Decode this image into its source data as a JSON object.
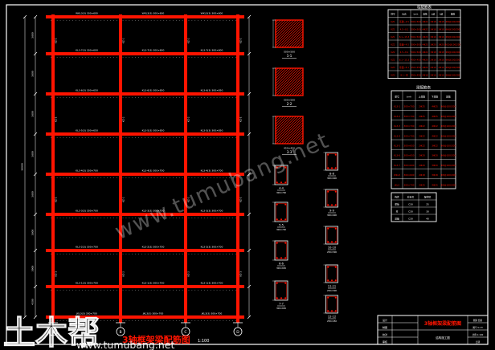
{
  "colors": {
    "bg": "#000000",
    "red": "#ff1400",
    "white": "#ffffff",
    "watermark": "rgba(255,255,255,0.32)"
  },
  "watermark": {
    "diagonal": "www.tumubang.net",
    "brand": "土木帮",
    "bottom_url": "www.tumubang.net"
  },
  "caption": {
    "title": "3轴框架梁配筋图",
    "scale": "1:100"
  },
  "frame": {
    "story_dims": [
      "3600",
      "3600",
      "3600",
      "3600",
      "3600",
      "3600",
      "3900",
      "4500"
    ],
    "total_dim": "30000",
    "beam_labels": [
      "WKL3(3) 300×600",
      "KL3-7(3) 300×600",
      "KL3-6(3) 300×650",
      "KL3-5(3) 300×650",
      "KL3-4(3) 300×700",
      "KL3-3(3) 300×700",
      "KL3-2(3) 300×700",
      "KL3-1(3) 300×700",
      "JKL3(3) 300×700"
    ],
    "column_labels": [
      "KZ-1",
      "KZ-2",
      "KZ-2",
      "KZ-1"
    ],
    "grid_bubbles": [
      "A",
      "B",
      "C",
      "D"
    ]
  },
  "column_sections": [
    {
      "label": "1-1",
      "dim": "500×500"
    },
    {
      "label": "2-2",
      "dim": "500×500"
    },
    {
      "label": "3-3",
      "dim": "450×450"
    }
  ],
  "beam_sections_left": [
    {
      "label": "4-4",
      "dim": "300×700"
    },
    {
      "label": "5-5",
      "dim": "300×700"
    },
    {
      "label": "6-6",
      "dim": "300×650"
    },
    {
      "label": "7-7",
      "dim": "300×650"
    }
  ],
  "beam_sections_right": [
    {
      "label": "8-8",
      "dim": "300×600"
    },
    {
      "label": "9-9",
      "dim": "300×600"
    },
    {
      "label": "10-10",
      "dim": "250×500"
    },
    {
      "label": "11-11",
      "dim": "250×500"
    },
    {
      "label": "12-12",
      "dim": "250×450"
    }
  ],
  "tables": {
    "t1": {
      "title": "柱配筋表",
      "headers": [
        "柱号",
        "标高",
        "b×h",
        "角筋",
        "b边",
        "h边",
        "箍筋"
      ],
      "rows": [
        [
          "KZ1",
          "基础~4.5",
          "500×500",
          "4Φ22",
          "3Φ18",
          "3Φ18",
          "Φ8@100/200"
        ],
        [
          "KZ1",
          "4.5~8.1",
          "500×500",
          "4Φ22",
          "3Φ18",
          "3Φ18",
          "Φ8@100/200"
        ],
        [
          "KZ1",
          "8.1~15.3",
          "500×500",
          "4Φ20",
          "3Φ16",
          "3Φ16",
          "Φ8@100/200"
        ],
        [
          "KZ2",
          "基础~4.5",
          "500×500",
          "4Φ25",
          "3Φ20",
          "3Φ20",
          "Φ10@100/200"
        ],
        [
          "KZ2",
          "4.5~8.1",
          "500×500",
          "4Φ22",
          "3Φ18",
          "3Φ18",
          "Φ8@100/200"
        ],
        [
          "KZ2",
          "8.1~15.3",
          "450×450",
          "4Φ20",
          "2Φ16",
          "2Φ16",
          "Φ8@100/200"
        ],
        [
          "KZ3",
          "基础~8.1",
          "450×450",
          "4Φ20",
          "2Φ16",
          "2Φ16",
          "Φ8@100/200"
        ],
        [
          "KZ3",
          "8.1~顶",
          "450×450",
          "4Φ18",
          "2Φ16",
          "2Φ16",
          "Φ8@100/200"
        ]
      ]
    },
    "t2": {
      "title": "梁配筋表",
      "headers": [
        "梁号",
        "b×h",
        "上部筋",
        "下部筋",
        "箍筋"
      ],
      "rows": [
        [
          "KL3-1",
          "300×700",
          "2Φ25",
          "4Φ25",
          "Φ8@100/200"
        ],
        [
          "KL3-2",
          "300×700",
          "2Φ25",
          "4Φ25",
          "Φ8@100/200"
        ],
        [
          "KL3-3",
          "300×700",
          "2Φ22",
          "4Φ22",
          "Φ8@100/200"
        ],
        [
          "KL3-4",
          "300×700",
          "2Φ22",
          "4Φ22",
          "Φ8@100/200"
        ],
        [
          "KL3-5",
          "300×650",
          "2Φ22",
          "3Φ22",
          "Φ8@100/200"
        ],
        [
          "KL3-6",
          "300×650",
          "2Φ20",
          "3Φ20",
          "Φ8@100/200"
        ],
        [
          "KL3-7",
          "300×600",
          "2Φ20",
          "3Φ20",
          "Φ8@100/200"
        ],
        [
          "WKL3",
          "300×600",
          "2Φ18",
          "3Φ18",
          "Φ8@100/200"
        ],
        [
          "JKL3",
          "300×700",
          "2Φ25",
          "4Φ25",
          "Φ8@100/200"
        ]
      ]
    },
    "t3": {
      "rows": [
        [
          "构件",
          "砼标号",
          "保护层"
        ],
        [
          "梁板",
          "C30",
          "25"
        ],
        [
          "柱",
          "C30",
          "30"
        ],
        [
          "基础",
          "C30",
          "40"
        ]
      ]
    }
  },
  "titleblock": {
    "drawing_title": "3轴框架梁配筋图",
    "category": "结构施工图",
    "fields": [
      "设计",
      "制图",
      "校对",
      "审核"
    ],
    "right": [
      "图别 结施",
      "图号 G-13",
      "比例 1:100",
      "日期"
    ]
  }
}
